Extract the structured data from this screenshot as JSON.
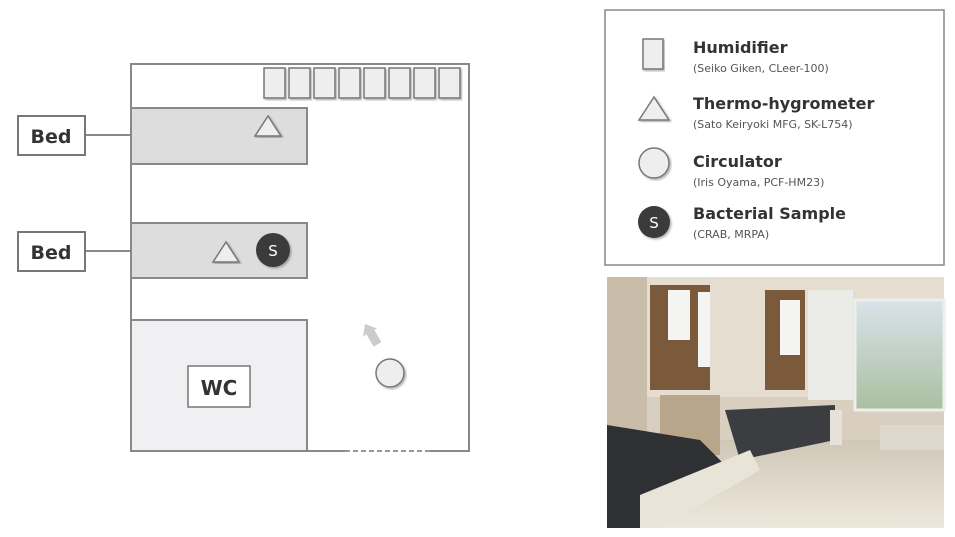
{
  "floor_plan": {
    "bed_label_1": "Bed",
    "bed_label_2": "Bed",
    "wc_label": "WC",
    "sample_marker": "S"
  },
  "legend": [
    {
      "icon": "humidifier-icon",
      "title": "Humidifier",
      "detail": "(Seiko Giken, CLeer-100)"
    },
    {
      "icon": "thermo-hygrometer-icon",
      "title": "Thermo-hygrometer",
      "detail": "(Sato Keiryoki MFG, SK-L754)"
    },
    {
      "icon": "circulator-icon",
      "title": "Circulator",
      "detail": "(Iris Oyama, PCF-HM23)"
    },
    {
      "icon": "bacterial-sample-icon",
      "title": "Bacterial Sample",
      "detail": "(CRAB, MRPA)",
      "marker": "S"
    }
  ]
}
